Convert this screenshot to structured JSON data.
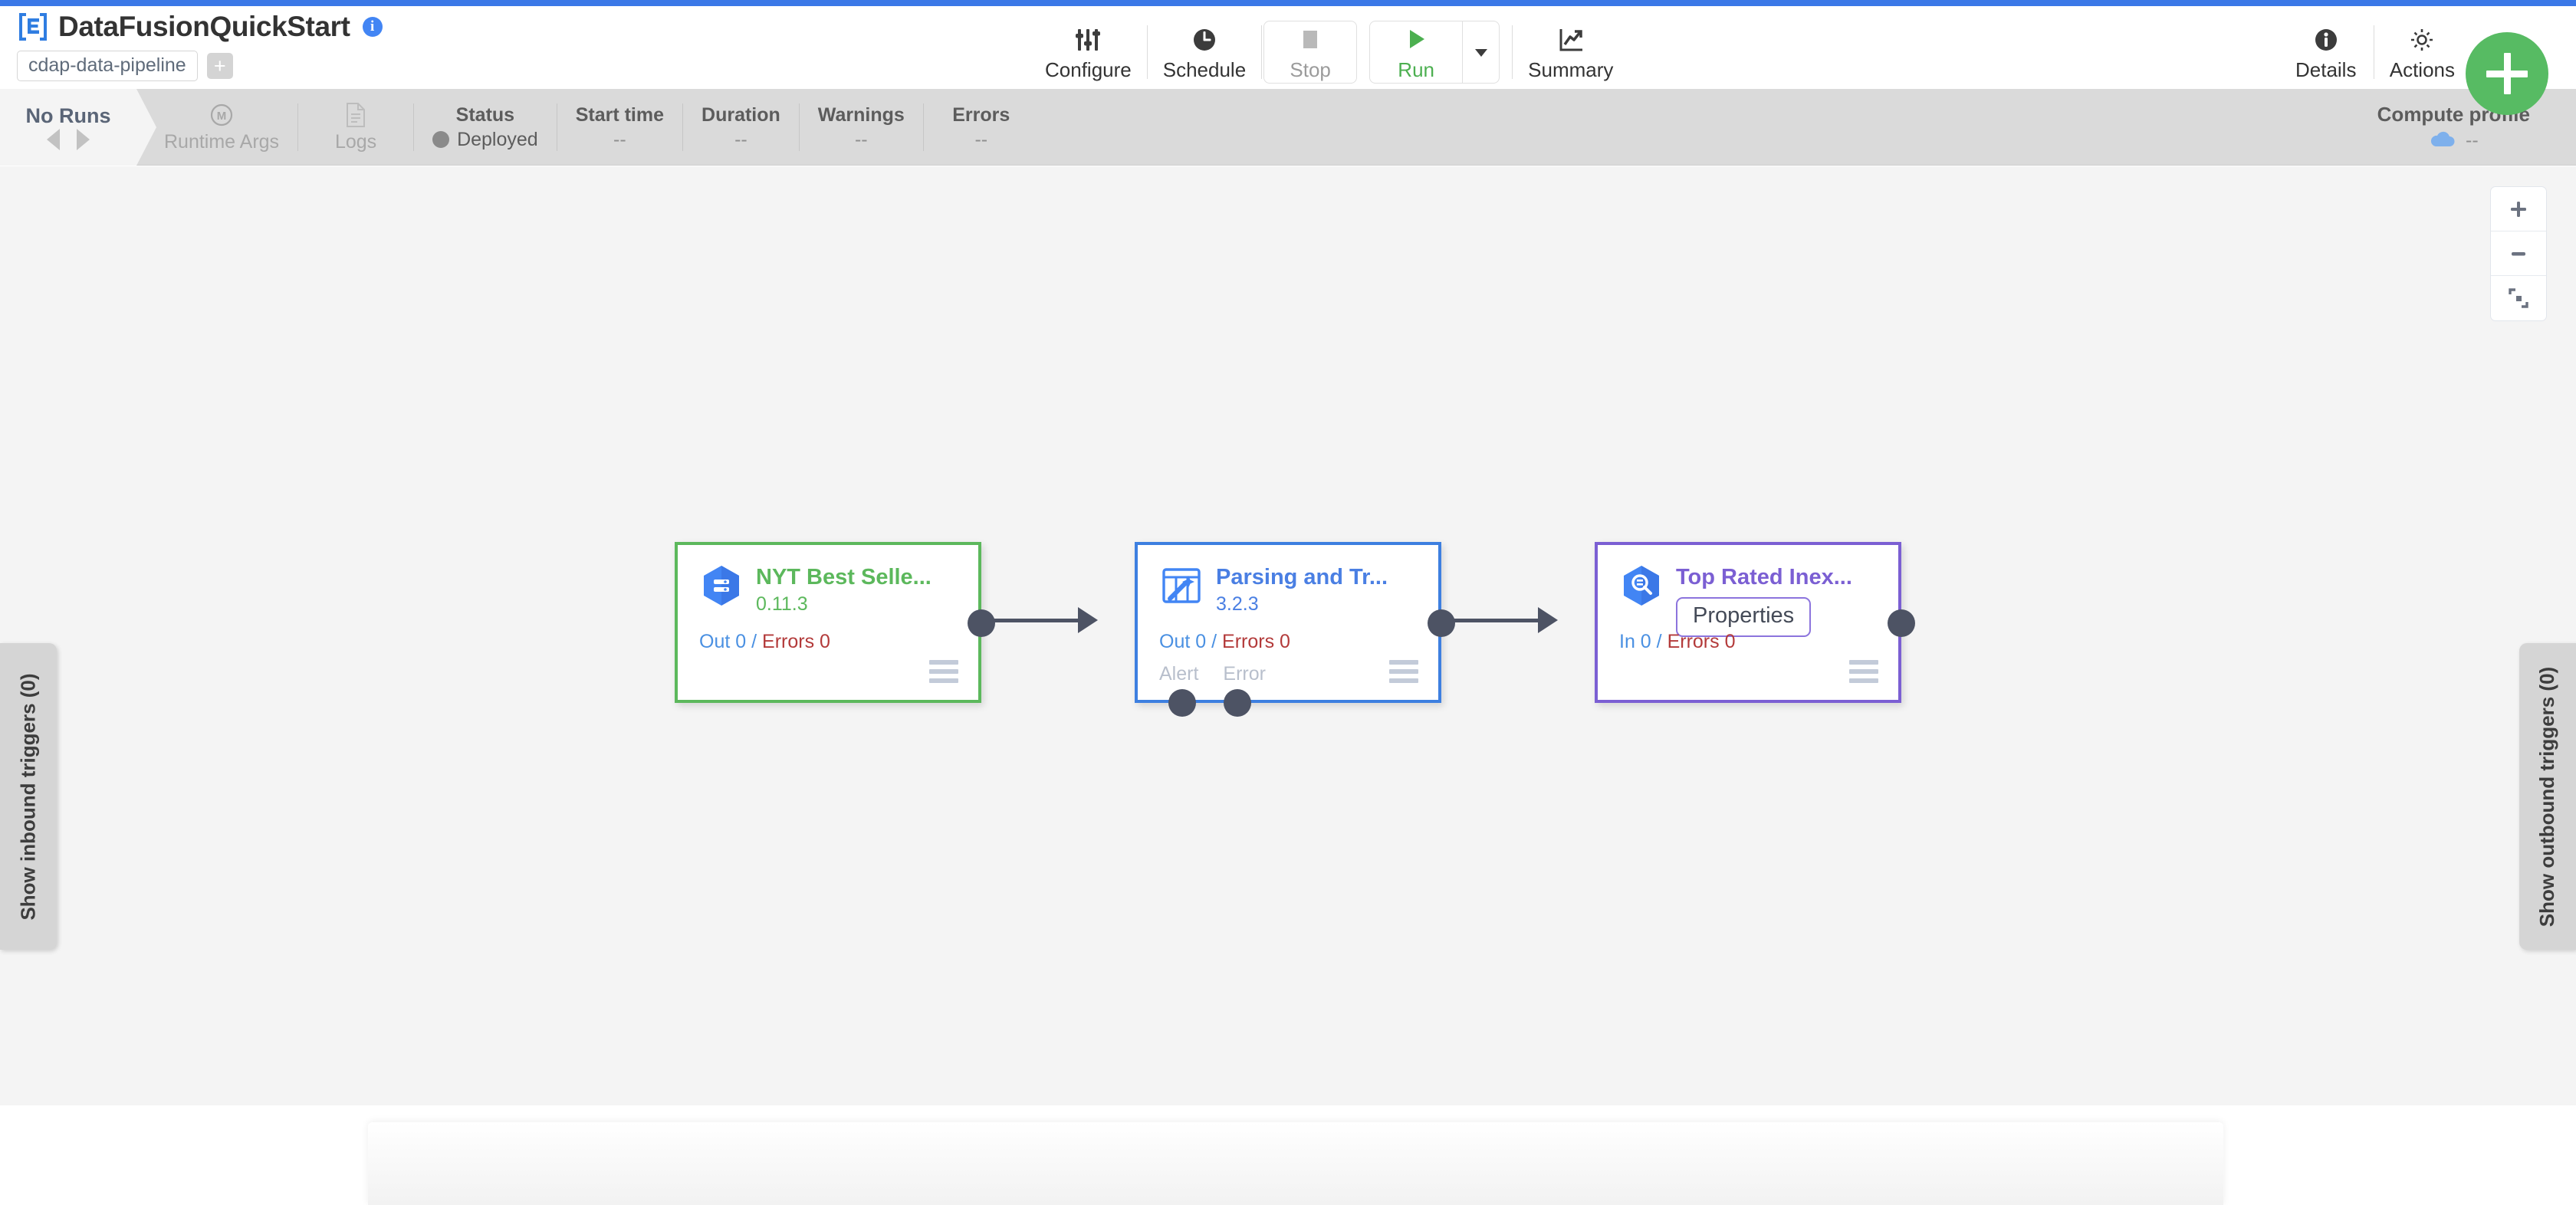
{
  "header": {
    "logo_icon": "cdap-logo-icon",
    "title": "DataFusionQuickStart",
    "info_icon": "info-icon",
    "artifact_pill": "cdap-data-pipeline",
    "add_tag_label": "+",
    "toolbar_center": [
      {
        "icon": "sliders-icon",
        "label": "Configure"
      },
      {
        "icon": "clock-icon",
        "label": "Schedule"
      },
      {
        "icon": "stop-square-icon",
        "label": "Stop"
      },
      {
        "icon": "play-triangle-icon",
        "label": "Run"
      },
      {
        "icon": "caret-down-icon",
        "label": ""
      },
      {
        "icon": "trend-chart-icon",
        "label": "Summary"
      }
    ],
    "toolbar_right": [
      {
        "icon": "info-circle-icon",
        "label": "Details"
      },
      {
        "icon": "gear-icon",
        "label": "Actions"
      }
    ]
  },
  "runbar": {
    "no_runs_label": "No Runs",
    "prev_icon": "caret-left-icon",
    "next_icon": "caret-right-icon",
    "items": [
      {
        "icon": "runtime-args-icon",
        "title": "",
        "label": "Runtime Args",
        "value": ""
      },
      {
        "icon": "logs-doc-icon",
        "title": "",
        "label": "Logs",
        "value": ""
      },
      {
        "icon": "",
        "title": "Status",
        "label": "",
        "value": "Deployed"
      },
      {
        "icon": "",
        "title": "Start time",
        "label": "",
        "value": "--"
      },
      {
        "icon": "",
        "title": "Duration",
        "label": "",
        "value": "--"
      },
      {
        "icon": "",
        "title": "Warnings",
        "label": "",
        "value": "--"
      },
      {
        "icon": "",
        "title": "Errors",
        "label": "",
        "value": "--"
      }
    ],
    "compute_profile_title": "Compute profile",
    "compute_profile_value": "--",
    "compute_profile_icon": "cloud-icon"
  },
  "fab": {
    "icon": "plus-icon",
    "color": "#57bb63"
  },
  "canvas": {
    "zoom_controls": [
      {
        "icon": "zoom-in-plus-icon"
      },
      {
        "icon": "zoom-out-minus-icon"
      },
      {
        "icon": "fit-to-screen-icon"
      }
    ],
    "inbound_tab_label": "Show inbound triggers (0)",
    "outbound_tab_label": "Show outbound triggers (0)",
    "nodes": [
      {
        "id": "nyt-best-sellers",
        "icon": "bigquery-table-icon",
        "name": "NYT Best Selle...",
        "version": "0.11.3",
        "accent": "#5cb85c",
        "metrics_prefix": "Out 0",
        "metrics_errors": "Errors 0",
        "ports": [],
        "tooltip": ""
      },
      {
        "id": "parsing-and-transform",
        "icon": "wrangler-magic-icon",
        "name": "Parsing and Tr...",
        "version": "3.2.3",
        "accent": "#3d7fe0",
        "metrics_prefix": "Out 0",
        "metrics_errors": "Errors 0",
        "ports": [
          "Alert",
          "Error"
        ],
        "tooltip": ""
      },
      {
        "id": "top-rated-inexpensive",
        "icon": "bigquery-search-icon",
        "name": "Top Rated Inex...",
        "version": "",
        "accent": "#7b5fd3",
        "metrics_prefix": "In 0",
        "metrics_errors": "Errors 0",
        "ports": [],
        "tooltip": "Properties"
      }
    ]
  }
}
